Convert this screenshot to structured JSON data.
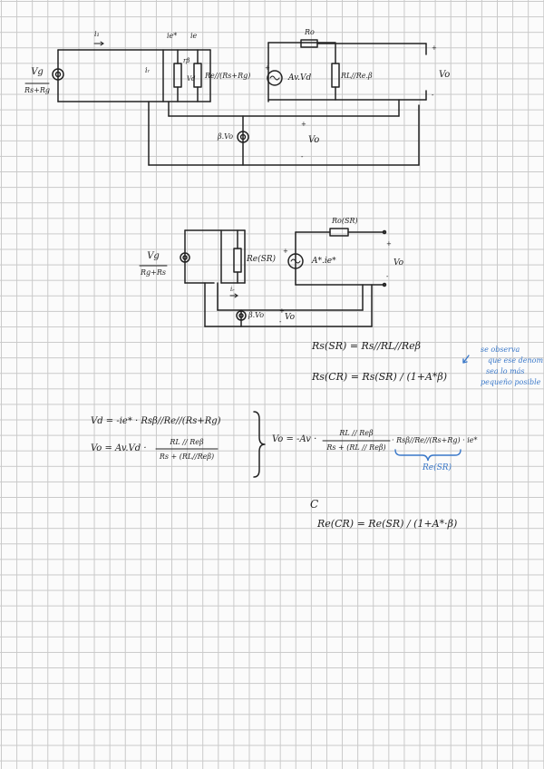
{
  "circuit1": {
    "source_num": "Vg",
    "source_den": "Rs+Rg",
    "i_in": "i₁",
    "i_e": "ie*",
    "i_e2": "ie",
    "i_r": "iᵣ",
    "r_beta": "rβ",
    "vd": "Vd",
    "re_parallel": "Re//(Rs+Rg)",
    "plus": "+",
    "minus": "-",
    "av_vd": "Av.Vd",
    "ro": "Ro",
    "rl_parallel": "RL//Re.β",
    "vo_out": "Vo",
    "beta_vo": "β.Vo",
    "vo_fb": "Vo"
  },
  "circuit2": {
    "source_num": "Vg",
    "source_den": "Rg+Rs",
    "re_sr": "Re(SR)",
    "ro_sr": "Ro(SR)",
    "gain": "A*.ie*",
    "vo_out": "Vo",
    "ir": "iᵣ",
    "beta_vo": "β.Vo",
    "vo_fb": "Vo",
    "plus": "+",
    "minus": "-"
  },
  "equations": {
    "rs_sr": "Rs(SR) = Rs//RL//Reβ",
    "rs_cr": "Rs(CR) = Rs(SR) / (1+A*β)",
    "vd_eq": "Vd = -ie* · Rsβ//Re//(Rs+Rg)",
    "vo_eq_lhs": "Vo = Av.Vd ·",
    "vo_eq_num": "RL // Reβ",
    "vo_eq_den": "Rs + (RL//Reβ)",
    "vo_full_lhs": "Vo = -Av ·",
    "vo_full_num": "RL // Reβ",
    "vo_full_den": "Rs + (RL // Reβ)",
    "vo_full_tail": "·  Rsβ//Re//(Rs+Rg) · ie*",
    "under_brace": "Re(SR)",
    "c_mark": "C",
    "re_cr": "Re(CR) = Re(SR) / (1+A*·β)"
  },
  "note": {
    "line1": "se observa",
    "line2": "que ese denom",
    "line3": "sea lo más",
    "line4": "pequeño posible"
  }
}
